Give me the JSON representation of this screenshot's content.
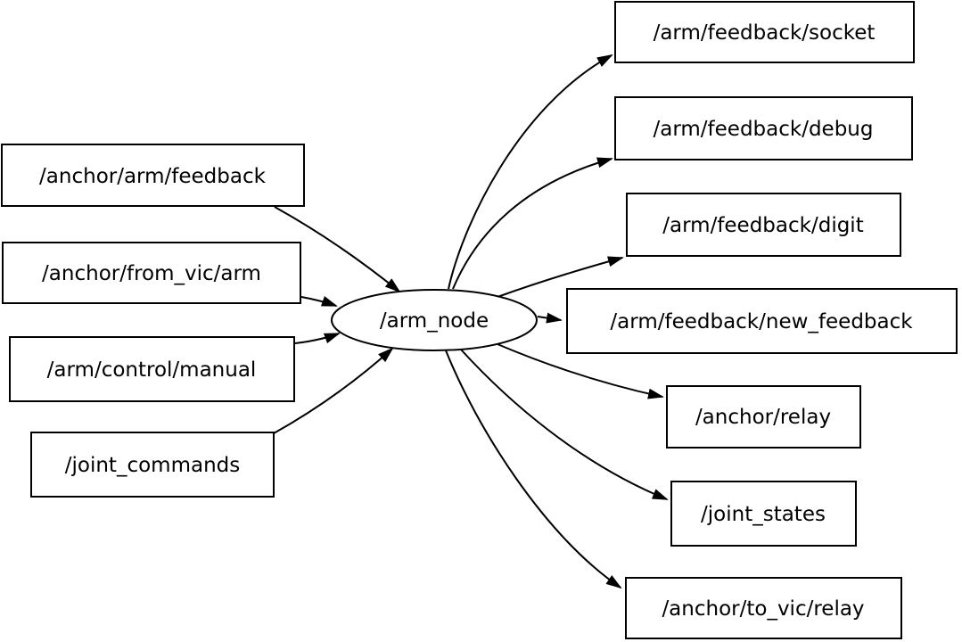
{
  "diagram": {
    "type": "node-graph",
    "background_color": "#ffffff",
    "node_fill_color": "#ffffff",
    "stroke_color": "#000000",
    "center_node": {
      "label": "/arm_node",
      "shape": "ellipse"
    },
    "inputs": [
      {
        "label": "/anchor/arm/feedback"
      },
      {
        "label": "/anchor/from_vic/arm"
      },
      {
        "label": "/arm/control/manual"
      },
      {
        "label": "/joint_commands"
      }
    ],
    "outputs": [
      {
        "label": "/arm/feedback/socket"
      },
      {
        "label": "/arm/feedback/debug"
      },
      {
        "label": "/arm/feedback/digit"
      },
      {
        "label": "/arm/feedback/new_feedback"
      },
      {
        "label": "/anchor/relay"
      },
      {
        "label": "/joint_states"
      },
      {
        "label": "/anchor/to_vic/relay"
      }
    ],
    "edges": [
      {
        "from": "/anchor/arm/feedback",
        "to": "/arm_node"
      },
      {
        "from": "/anchor/from_vic/arm",
        "to": "/arm_node"
      },
      {
        "from": "/arm/control/manual",
        "to": "/arm_node"
      },
      {
        "from": "/joint_commands",
        "to": "/arm_node"
      },
      {
        "from": "/arm_node",
        "to": "/arm/feedback/socket"
      },
      {
        "from": "/arm_node",
        "to": "/arm/feedback/debug"
      },
      {
        "from": "/arm_node",
        "to": "/arm/feedback/digit"
      },
      {
        "from": "/arm_node",
        "to": "/arm/feedback/new_feedback"
      },
      {
        "from": "/arm_node",
        "to": "/anchor/relay"
      },
      {
        "from": "/arm_node",
        "to": "/joint_states"
      },
      {
        "from": "/arm_node",
        "to": "/anchor/to_vic/relay"
      }
    ]
  }
}
